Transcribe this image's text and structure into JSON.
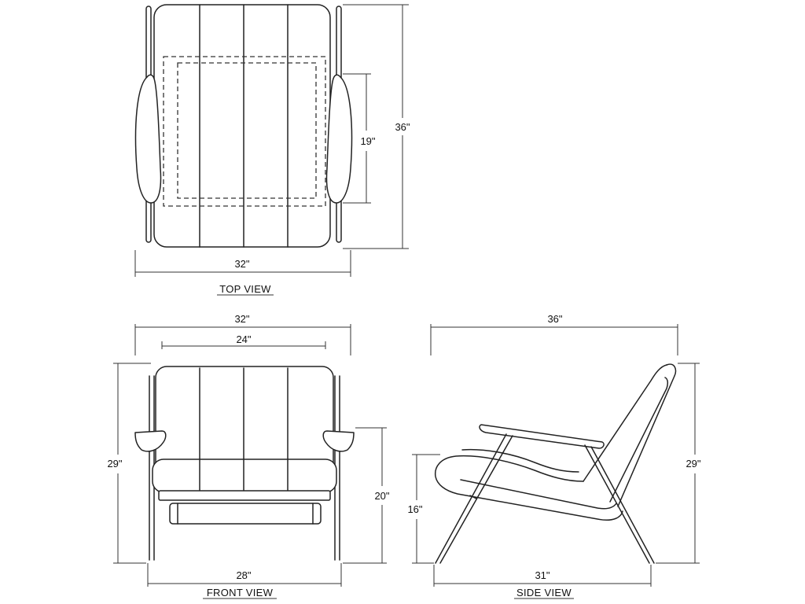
{
  "views": {
    "top": {
      "caption": "TOP VIEW",
      "width_dim": "32\"",
      "depth_dim": "36\"",
      "seat_dim": "19\""
    },
    "front": {
      "caption": "FRONT VIEW",
      "width_dim": "32\"",
      "inner_width_dim": "24\"",
      "height_dim": "29\"",
      "arm_height_dim": "20\"",
      "base_width_dim": "28\""
    },
    "side": {
      "caption": "SIDE VIEW",
      "depth_dim": "36\"",
      "height_dim": "29\"",
      "seat_height_dim": "16\"",
      "base_depth_dim": "31\""
    }
  }
}
